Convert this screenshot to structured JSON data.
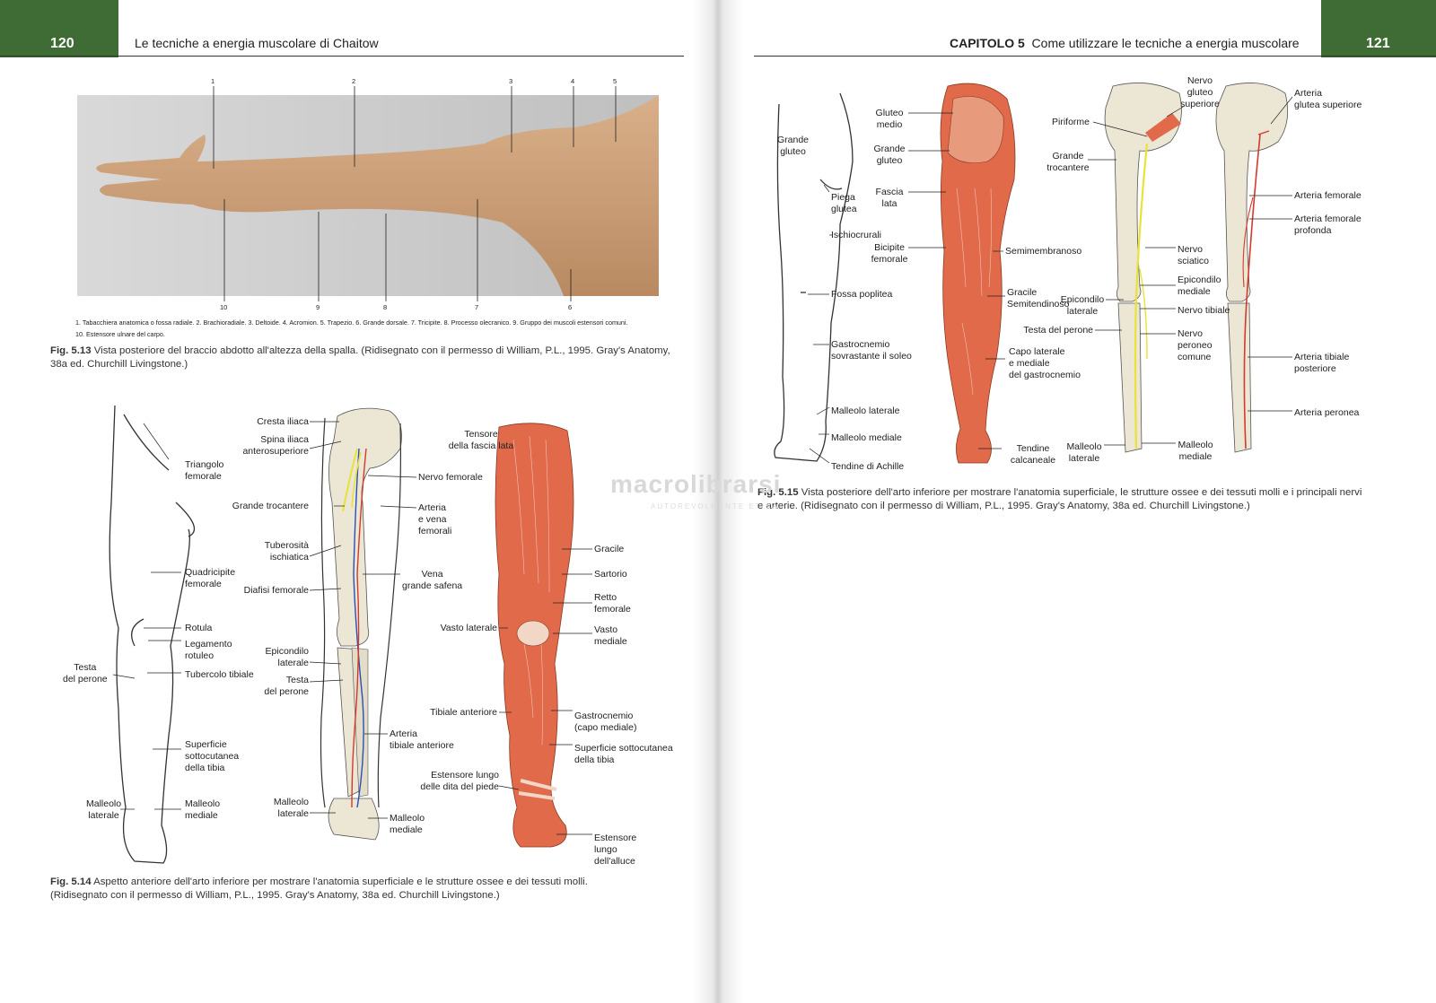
{
  "left_page": {
    "page_number": "120",
    "running_head": "Le tecniche a energia muscolare di Chaitow",
    "fig13": {
      "top_numbers": [
        "1",
        "2",
        "3",
        "4",
        "5"
      ],
      "bottom_numbers": [
        "10",
        "9",
        "8",
        "7",
        "6"
      ],
      "legend_line1": "1. Tabacchiera anatomica o fossa radiale.  2. Brachioradiale.  3. Deltoide.  4. Acromion.  5. Trapezio.  6. Grande dorsale.  7. Tricipite.  8. Processo olecranico.  9. Gruppo dei muscoli estensori comuni.",
      "legend_line2": "10. Estensore ulnare del carpo.",
      "caption_label": "Fig. 5.13",
      "caption_line1": "Vista posteriore del braccio abdotto all'altezza della spalla. (Ridisegnato con il permesso di William, P.L., 1995. Gray's Anatomy,",
      "caption_line2": "38a ed. Churchill Livingstone.)"
    },
    "fig14": {
      "labels": {
        "triangolo": "Triangolo\nfemorale",
        "quadricipite": "Quadricipite\nfemorale",
        "rotula": "Rotula",
        "legamento": "Legamento\nrotuleo",
        "tubercolo": "Tubercolo tibiale",
        "testa_perone_a": "Testa\ndel perone",
        "superficie_a": "Superficie\nsottocutanea\ndella tibia",
        "malleolo_lat_a": "Malleolo\nlaterale",
        "malleolo_med_a": "Malleolo\nmediale",
        "cresta": "Cresta iliaca",
        "spina": "Spina iliaca\nanterosuperiore",
        "grande_troc": "Grande trocantere",
        "tuberosita": "Tuberosità\nischiatica",
        "diafisi": "Diafisi femorale",
        "epicondilo": "Epicondilo\nlaterale",
        "testa_perone_b": "Testa\ndel perone",
        "malleolo_lat_b": "Malleolo\nlaterale",
        "nervo_fem": "Nervo femorale",
        "arteria_vena": "Arteria\ne vena\nfemorali",
        "vena_safena": "Vena\ngrande safena",
        "arteria_tib": "Arteria\ntibiale anteriore",
        "malleolo_med_b": "Malleolo\nmediale",
        "tensore": "Tensore\ndella fascia lata",
        "vasto_lat": "Vasto laterale",
        "tibiale_ant": "Tibiale anteriore",
        "estensore_dita": "Estensore lungo\ndelle dita del piede",
        "gracile": "Gracile",
        "sartorio": "Sartorio",
        "retto": "Retto\nfemorale",
        "vasto_med": "Vasto\nmediale",
        "gastro": "Gastrocnemio\n(capo mediale)",
        "superficie_b": "Superficie sottocutanea\ndella tibia",
        "estensore_alluce": "Estensore\nlungo\ndell'alluce"
      },
      "caption_label": "Fig. 5.14",
      "caption_line1": "Aspetto anteriore dell'arto inferiore per mostrare l'anatomia superficiale e le strutture ossee e dei tessuti molli.",
      "caption_line2": "(Ridisegnato con il permesso di William, P.L., 1995. Gray's Anatomy, 38a ed. Churchill Livingstone.)"
    }
  },
  "right_page": {
    "page_number": "121",
    "chapter_label": "CAPITOLO 5",
    "running_head": "Come utilizzare le tecniche a energia muscolare",
    "fig15": {
      "labels": {
        "grande_gluteo": "Grande\ngluteo",
        "piega": "Piega\nglutea",
        "ischiocrurali": "Ischiocrurali",
        "fossa": "Fossa poplitea",
        "gastro_sov": "Gastrocnemio\nsovrastante il soleo",
        "malleolo_lat": "Malleolo laterale",
        "malleolo_med": "Malleolo mediale",
        "achille": "Tendine di Achille",
        "gluteo_medio": "Gluteo\nmedio",
        "grande_gluteo2": "Grande\ngluteo",
        "fascia_lata": "Fascia\nlata",
        "bicipite": "Bicipite\nfemorale",
        "semimembranoso": "Semimembranoso",
        "gracile_semi": "Gracile\nSemitendinoso",
        "capo_laterale": "Capo laterale\ne mediale\ndel gastrocnemio",
        "tendine_calc": "Tendine\ncalcaneale",
        "piriforme": "Piriforme",
        "grande_troc": "Grande\ntrocantere",
        "nervo_gluteo": "Nervo\ngluteo\nsuperiore",
        "nervo_sciatico": "Nervo\nsciatico",
        "epicondilo_med": "Epicondilo\nmediale",
        "epicondilo_lat": "Epicondilo\nlaterale",
        "nervo_tibiale": "Nervo tibiale",
        "testa_perone": "Testa del perone",
        "nervo_peroneo": "Nervo\nperoneo\ncomune",
        "malleolo_lat2": "Malleolo\nlaterale",
        "malleolo_med2": "Malleolo\nmediale",
        "arteria_glutea": "Arteria\nglutea superiore",
        "arteria_fem": "Arteria femorale",
        "arteria_fem_prof": "Arteria femorale\nprofonda",
        "arteria_tib_post": "Arteria tibiale\nposteriore",
        "arteria_peronea": "Arteria peronea"
      },
      "caption_label": "Fig. 5.15",
      "caption_line1": "Vista posteriore dell'arto inferiore per mostrare l'anatomia superficiale, le strutture ossee e dei tessuti molli e i principali nervi",
      "caption_line2": "e arterie. (Ridisegnato con il permesso di William, P.L., 1995. Gray's Anatomy, 38a ed. Churchill Livingstone.)"
    }
  },
  "watermark": {
    "brand": "macrolibrarsi",
    "tagline": "AUTOREVOLMENTE ETICA"
  },
  "colors": {
    "header_green": "#3f6b35",
    "muscle_red": "#e06a4a",
    "bone": "#ece6d4",
    "nerve": "#e8e23a",
    "artery": "#d33a2c",
    "vein": "#2a4fb8"
  }
}
